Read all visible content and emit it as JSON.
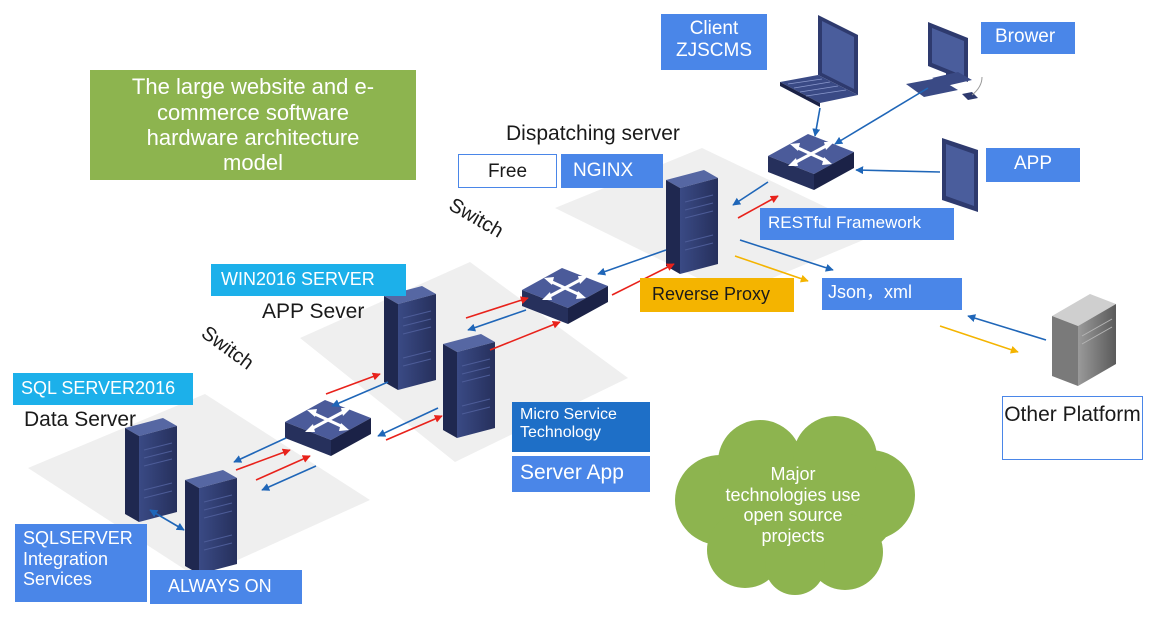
{
  "title": "The large website and e-commerce software hardware architecture model",
  "cloud": "Major technologies use open source projects",
  "labels": {
    "client": "Client ZJSCMS",
    "browser": "Brower",
    "app": "APP",
    "restful": "RESTful Framework",
    "json_xml": "Json，xml",
    "reverse_proxy": "Reverse Proxy",
    "dispatching": "Dispatching server",
    "free": "Free",
    "nginx": "NGINX",
    "switch_top": "Switch",
    "switch_bottom": "Switch",
    "win_server": "WIN2016 SERVER",
    "app_server": "APP Sever",
    "micro_service": "Micro Service Technology",
    "server_app": "Server App",
    "sql_server": "SQL SERVER2016",
    "data_server": "Data Server",
    "ssis": "SQLSERVER Integration Services",
    "always_on": "ALWAYS ON",
    "other_platform": "Other Platform"
  },
  "colors": {
    "label_blue": "#4a86e8",
    "label_cyan": "#1cb0ea",
    "title_green": "#8db44f",
    "cloud_green": "#8db44f",
    "reverse_proxy_yellow": "#f4b400",
    "arrow_red": "#e8221b",
    "arrow_blue": "#1f66b8",
    "arrow_yellow": "#f4b400",
    "server_navy": "#2e3a6e",
    "platform_gray": "#f2f2f2"
  },
  "icons": [
    "laptop-icon",
    "desktop-computer-icon",
    "tablet-icon",
    "network-switch-icon",
    "server-tower-icon",
    "gray-server-icon"
  ]
}
